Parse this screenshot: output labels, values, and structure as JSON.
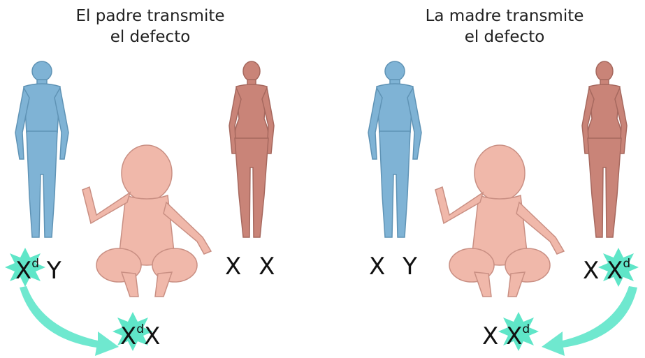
{
  "panels": [
    {
      "title_line1": "El padre transmite",
      "title_line2": "el defecto",
      "father": {
        "chr1": "X",
        "chr1_sup": "d",
        "chr2": "Y"
      },
      "mother": {
        "chr1": "X",
        "chr1_sup": "",
        "chr2": "X",
        "chr2_sup": ""
      },
      "child": {
        "chr1": "X",
        "chr1_sup": "d",
        "chr2": "X"
      }
    },
    {
      "title_line1": "La madre transmite",
      "title_line2": "el defecto",
      "father": {
        "chr1": "X",
        "chr2": "Y"
      },
      "mother": {
        "chr1": "X",
        "chr2": "X",
        "chr2_sup": "d"
      },
      "child": {
        "chr1": "X",
        "chr2": "X",
        "chr2_sup": "d"
      }
    }
  ],
  "colors": {
    "male": "#7fb3d5",
    "female": "#c98478",
    "baby": "#f0b8aa",
    "highlight": "#5fe6c8",
    "arrow": "#6fe8cf"
  }
}
